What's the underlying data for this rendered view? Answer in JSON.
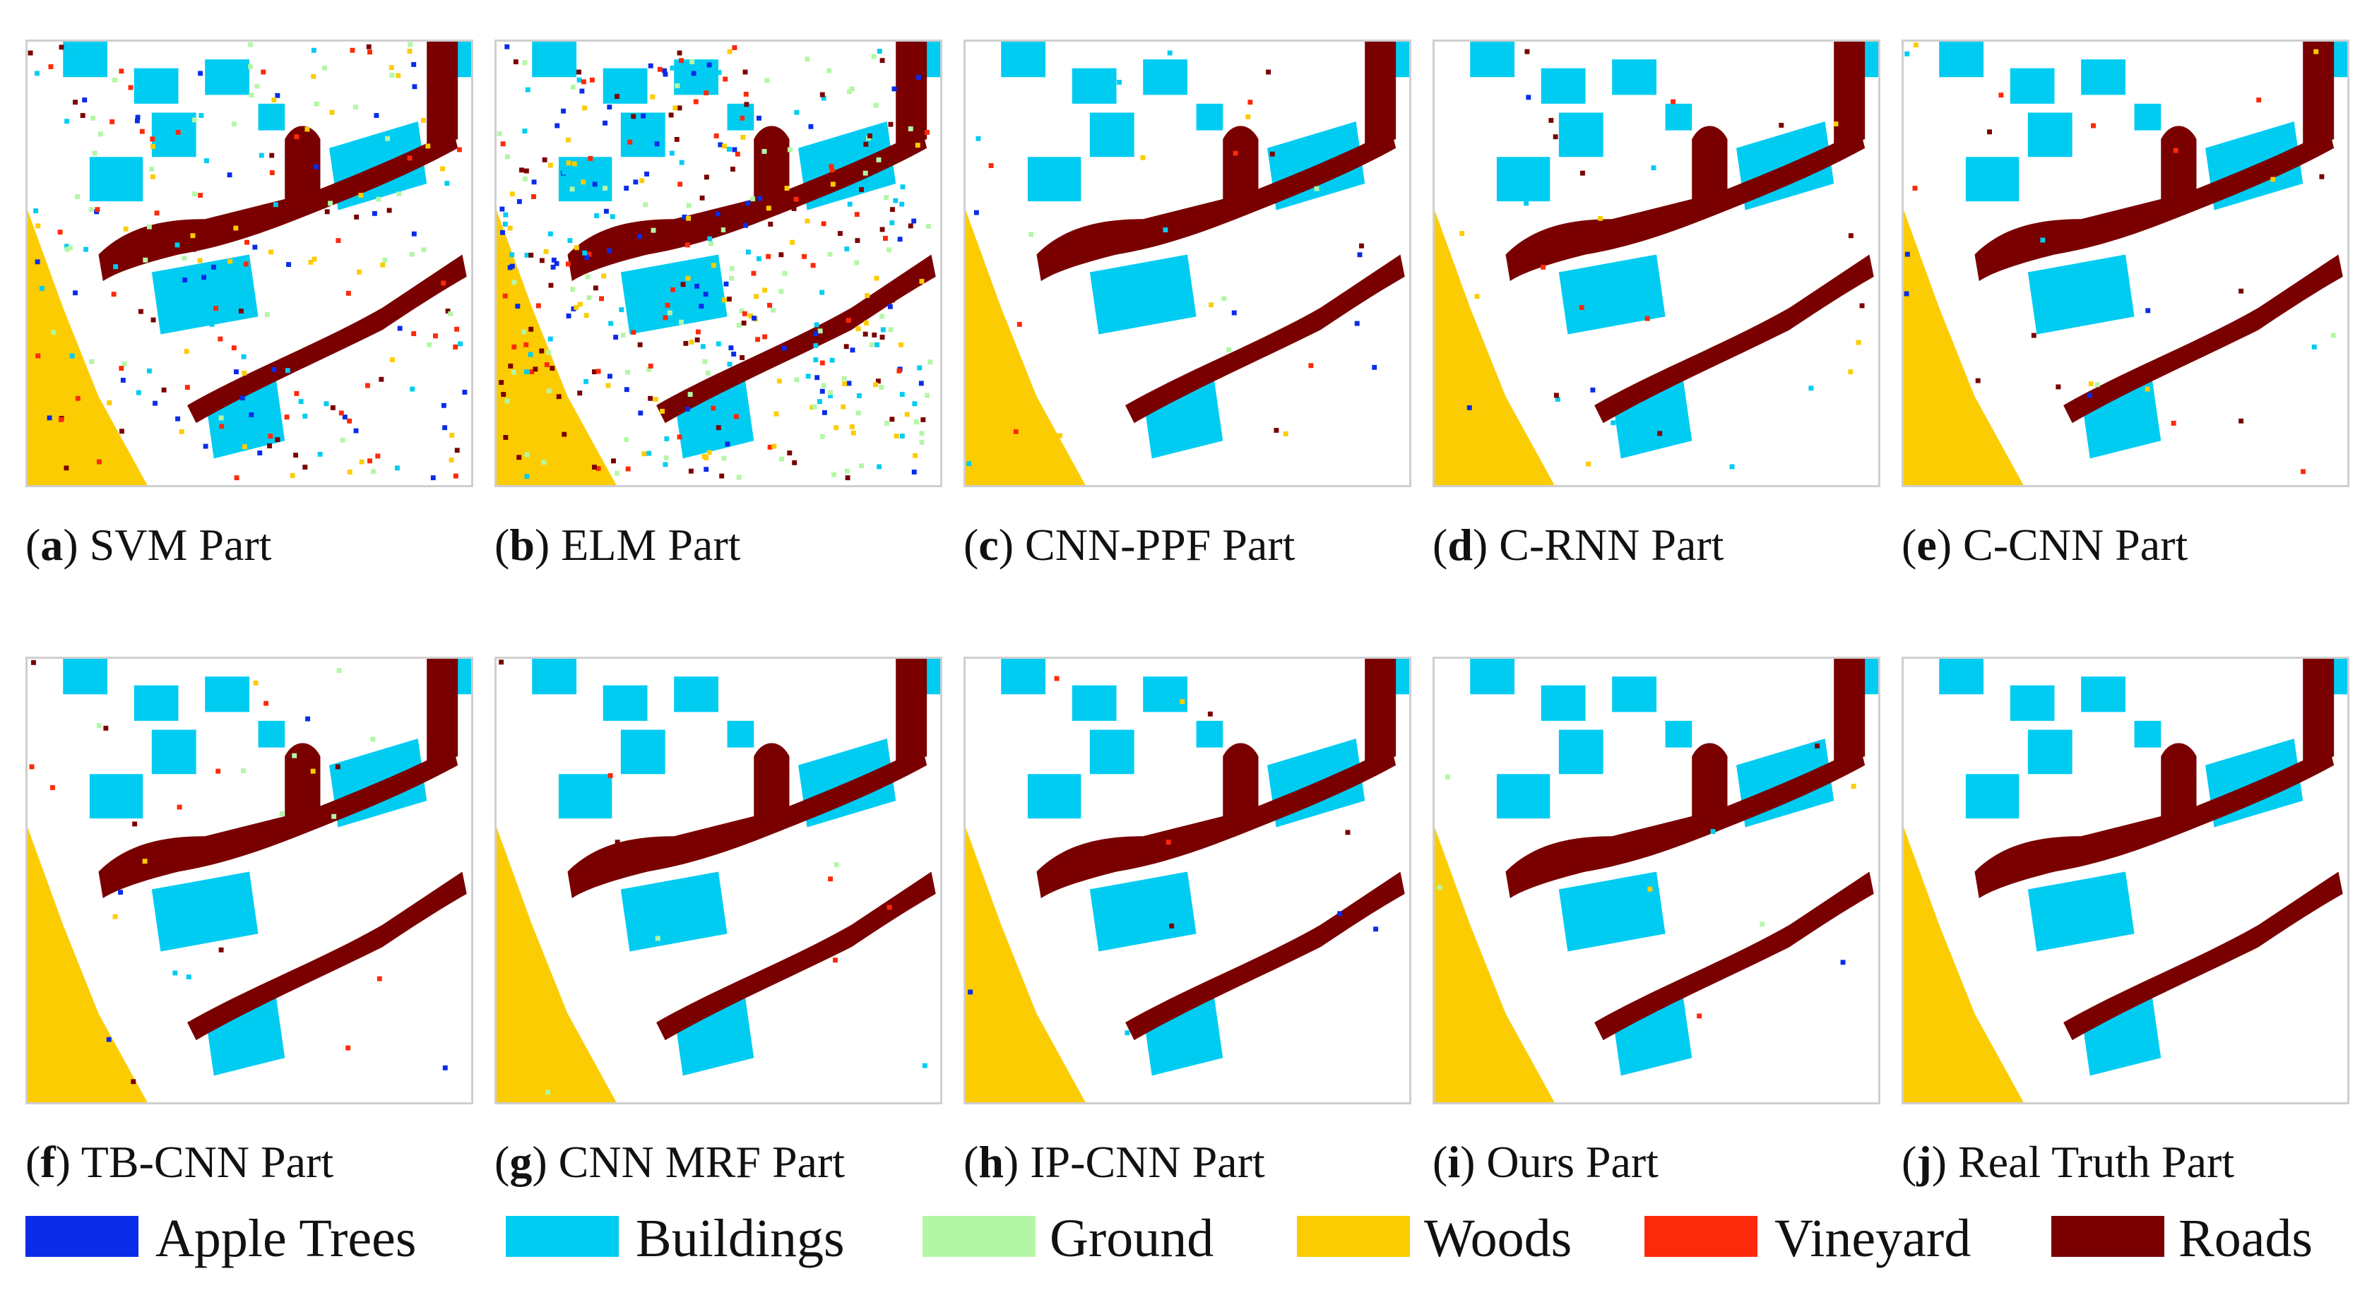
{
  "figure": {
    "panels": [
      {
        "label": "a",
        "caption": "SVM Part",
        "noise": "heavy"
      },
      {
        "label": "b",
        "caption": "ELM Part",
        "noise": "very-heavy"
      },
      {
        "label": "c",
        "caption": "CNN-PPF Part",
        "noise": "light"
      },
      {
        "label": "d",
        "caption": "C-RNN Part",
        "noise": "light"
      },
      {
        "label": "e",
        "caption": "C-CNN Part",
        "noise": "light"
      },
      {
        "label": "f",
        "caption": "TB-CNN Part",
        "noise": "light"
      },
      {
        "label": "g",
        "caption": "CNN MRF Part",
        "noise": "minimal"
      },
      {
        "label": "h",
        "caption": "IP-CNN Part",
        "noise": "minimal"
      },
      {
        "label": "i",
        "caption": "Ours Part",
        "noise": "minimal"
      },
      {
        "label": "j",
        "caption": "Real Truth Part",
        "noise": "none"
      }
    ],
    "legend": [
      {
        "name": "Apple Trees",
        "color": "#0a2ce8"
      },
      {
        "name": "Buildings",
        "color": "#00ccf2"
      },
      {
        "name": "Ground",
        "color": "#b3f7a6"
      },
      {
        "name": "Woods",
        "color": "#fccc03"
      },
      {
        "name": "Vineyard",
        "color": "#fc2a0a"
      },
      {
        "name": "Roads",
        "color": "#7a0000"
      }
    ]
  }
}
